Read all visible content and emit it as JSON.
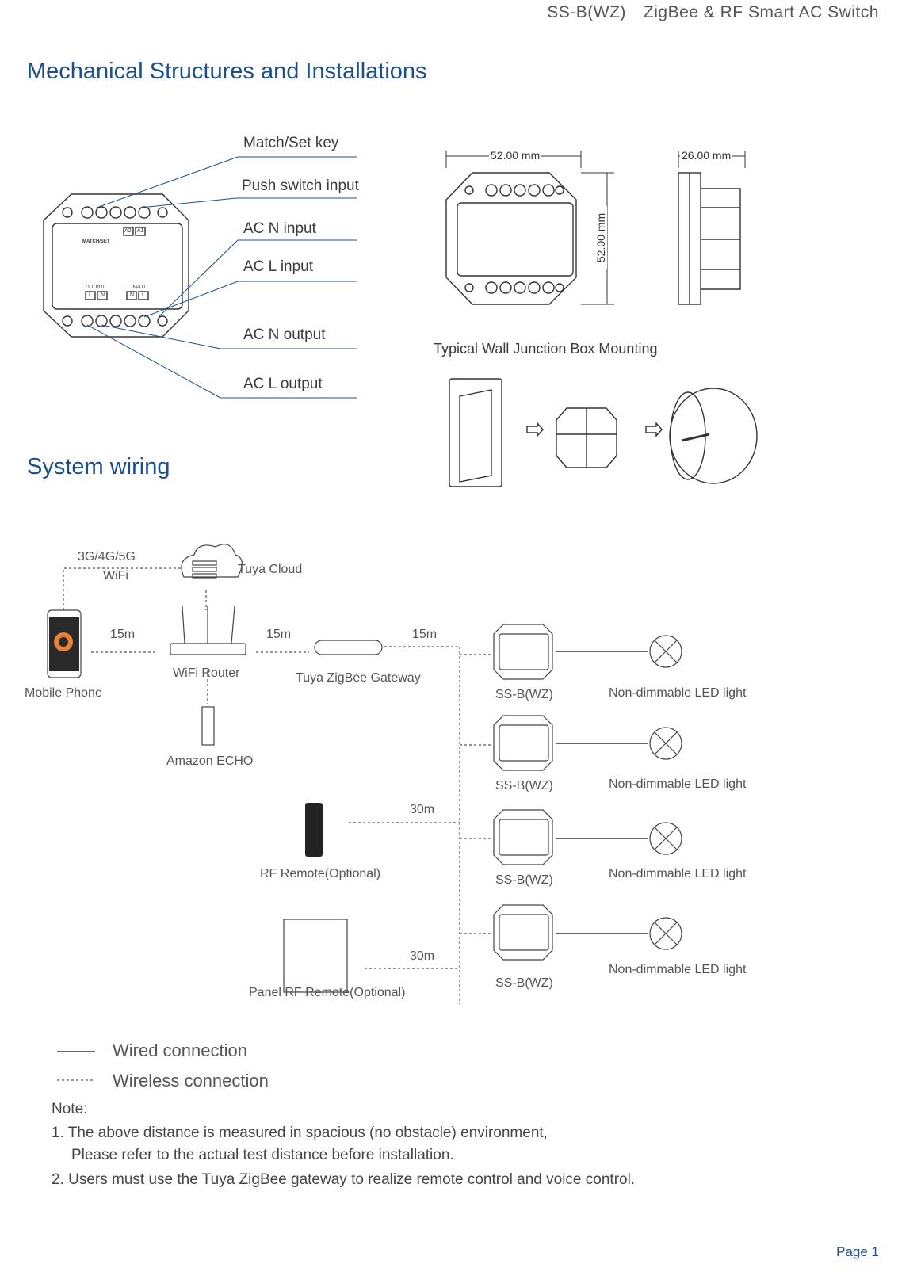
{
  "header": {
    "model": "SS-B(WZ)",
    "product": "ZigBee & RF Smart AC Switch"
  },
  "sections": {
    "mechanical": "Mechanical Structures and Installations",
    "wiring": "System wiring"
  },
  "mechanical": {
    "callouts": [
      "Match/Set key",
      "Push switch input",
      "AC N input",
      "AC L input",
      "AC N output",
      "AC L output"
    ],
    "device_text": {
      "match_set": "MATCH/SET",
      "output": "OUTPUT",
      "input": "INPUT",
      "l": "L",
      "n": "N",
      "a2": "A2",
      "a1": "A1"
    },
    "dims": {
      "width": "52.00 mm",
      "height": "52.00 mm",
      "depth": "26.00 mm"
    },
    "mounting_title": "Typical Wall Junction Box Mounting"
  },
  "wiring": {
    "net": "3G/4G/5G",
    "wifi": "WiFi",
    "cloud": "Tuya Cloud",
    "phone": "Mobile Phone",
    "router": "WiFi Router",
    "gateway": "Tuya ZigBee Gateway",
    "echo": "Amazon ECHO",
    "rf_remote": "RF Remote(Optional)",
    "panel_remote": "Panel RF Remote(Optional)",
    "dist": {
      "d1": "15m",
      "d2": "15m",
      "d3": "15m",
      "d4": "30m",
      "d5": "30m"
    },
    "devices": [
      {
        "name": "SS-B(WZ)",
        "light": "Non-dimmable LED light"
      },
      {
        "name": "SS-B(WZ)",
        "light": "Non-dimmable LED light"
      },
      {
        "name": "SS-B(WZ)",
        "light": "Non-dimmable LED light"
      },
      {
        "name": "SS-B(WZ)",
        "light": "Non-dimmable LED light"
      }
    ]
  },
  "legend": {
    "wired": "Wired connection",
    "wireless": "Wireless connection"
  },
  "notes": {
    "title": "Note:",
    "n1a": "1. The above distance is measured in spacious (no obstacle) environment,",
    "n1b": "Please refer to the actual test distance before installation.",
    "n2": "2.  Users must use the Tuya ZigBee gateway to realize remote control and voice control."
  },
  "footer": {
    "page": "Page 1"
  }
}
